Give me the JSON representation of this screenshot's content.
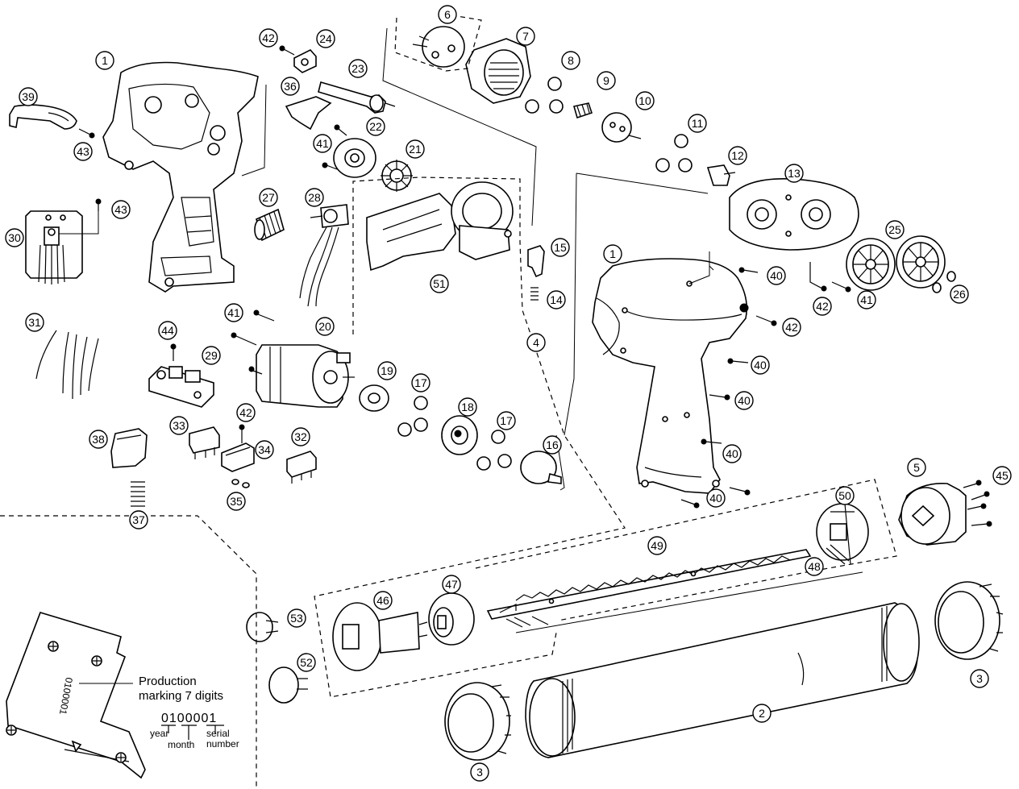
{
  "callouts": [
    "1",
    "2",
    "3",
    "4",
    "5",
    "6",
    "7",
    "8",
    "9",
    "10",
    "11",
    "12",
    "13",
    "14",
    "15",
    "16",
    "17",
    "18",
    "19",
    "20",
    "21",
    "22",
    "23",
    "24",
    "25",
    "26",
    "27",
    "28",
    "29",
    "30",
    "31",
    "32",
    "33",
    "34",
    "35",
    "36",
    "37",
    "38",
    "39",
    "40",
    "41",
    "42",
    "43",
    "44",
    "45",
    "46",
    "47",
    "48",
    "49",
    "50",
    "51",
    "52",
    "53"
  ],
  "note": {
    "heading_line1": "Production",
    "heading_line2": "marking 7 digits",
    "code": "0100001",
    "stamp": "0100001",
    "year_label": "year",
    "month_label": "month",
    "serial_label_line1": "serial",
    "serial_label_line2": "number"
  }
}
